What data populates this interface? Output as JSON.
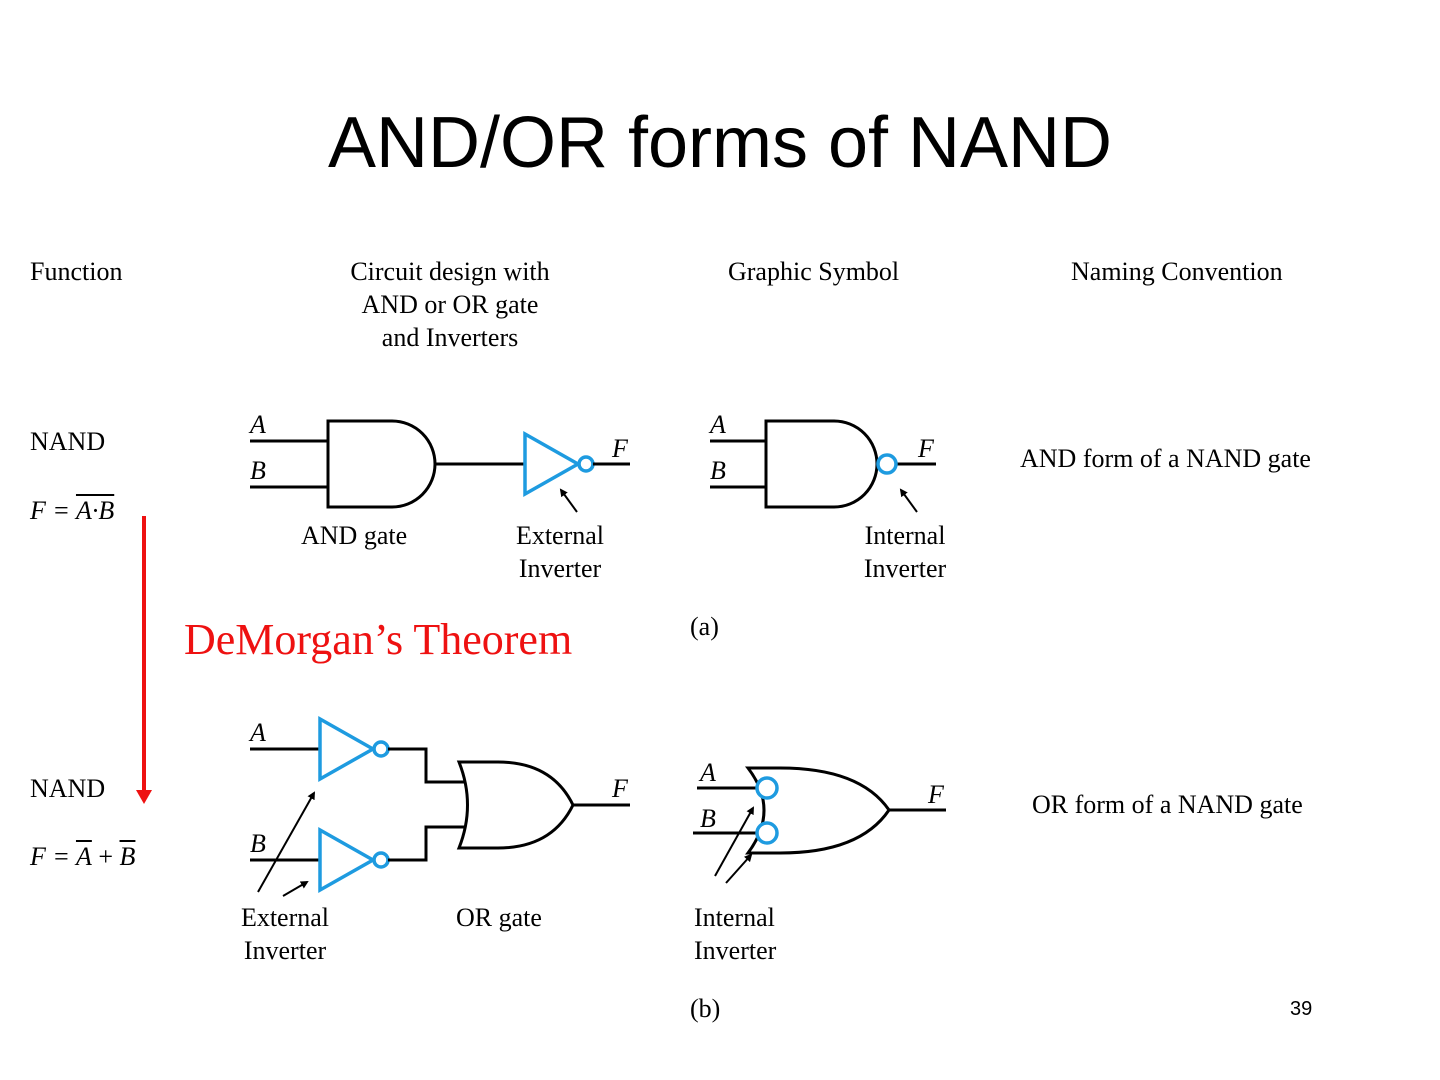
{
  "title": "AND/OR forms of NAND",
  "headers": {
    "function": "Function",
    "circuit": [
      "Circuit design with",
      "AND or OR gate",
      "and Inverters"
    ],
    "symbol": "Graphic Symbol",
    "naming": "Naming Convention"
  },
  "row_a": {
    "function_name": "NAND",
    "equation": {
      "lhs": "F = ",
      "rhs": "A·B"
    },
    "input_a": "A",
    "input_b": "B",
    "output": "F",
    "gate_label": "AND gate",
    "inverter_label": [
      "External",
      "Inverter"
    ],
    "symbol_inverter_label": [
      "Internal",
      "Inverter"
    ],
    "naming": "AND form of a NAND gate",
    "caption": "(a)"
  },
  "transform_label": "DeMorgan’s Theorem",
  "row_b": {
    "function_name": "NAND",
    "equation": {
      "lhs": "F = ",
      "a": "A",
      "plus": " + ",
      "b": "B"
    },
    "input_a": "A",
    "input_b": "B",
    "output": "F",
    "gate_label": "OR gate",
    "inverter_label": [
      "External",
      "Inverter"
    ],
    "symbol_inverter_label": [
      "Internal",
      "Inverter"
    ],
    "naming": "OR form of a NAND gate",
    "caption": "(b)"
  },
  "page_number": "39",
  "colors": {
    "inverter": "#1e9be0",
    "arrow": "#ee1111",
    "wire": "#000000"
  }
}
